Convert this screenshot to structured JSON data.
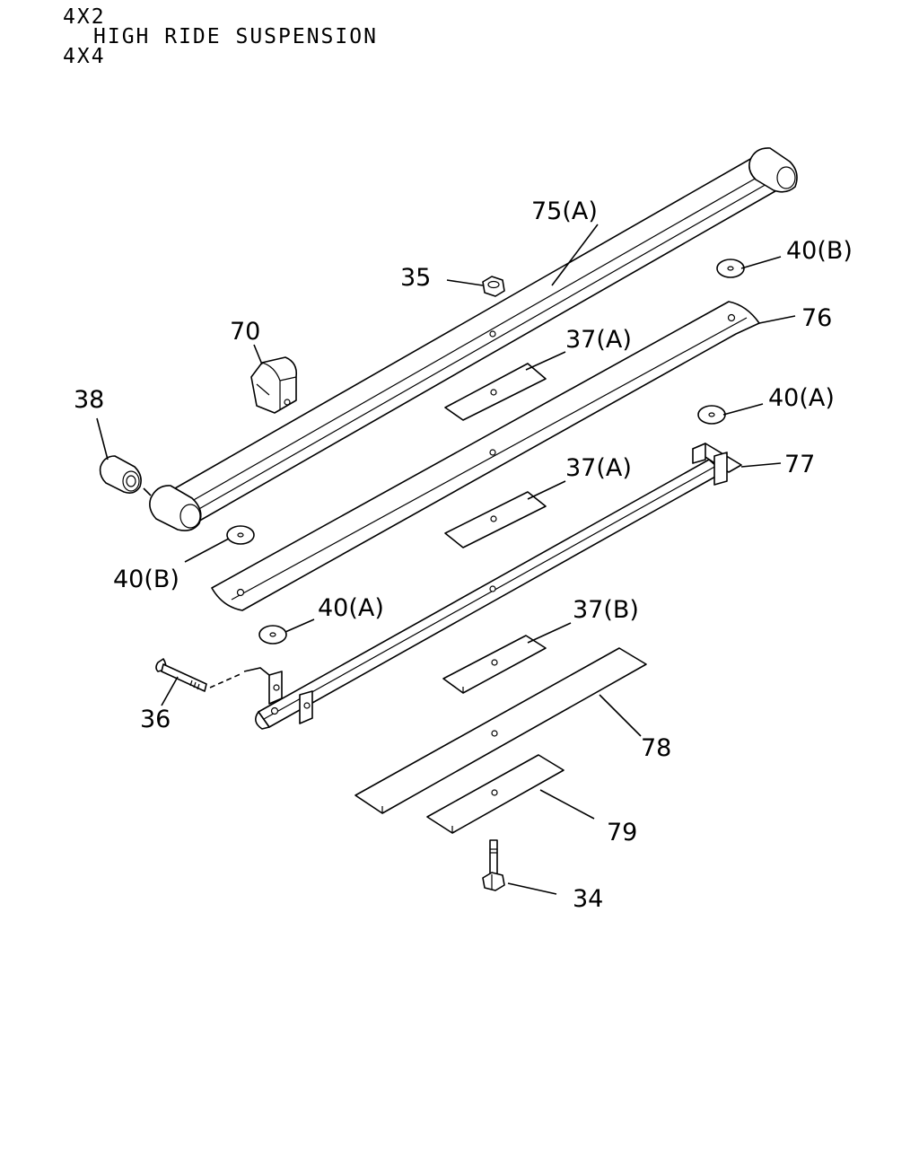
{
  "header": {
    "line1": "4X2",
    "line2": "HIGH RIDE SUSPENSION",
    "line3": "4X4"
  },
  "labels": {
    "p75a": "75(A)",
    "p35": "35",
    "p40b_top": "40(B)",
    "p76": "76",
    "p70": "70",
    "p37a_top": "37(A)",
    "p38": "38",
    "p40a_top": "40(A)",
    "p77": "77",
    "p37a_mid": "37(A)",
    "p40b_left": "40(B)",
    "p40a_left": "40(A)",
    "p37b": "37(B)",
    "p36": "36",
    "p78": "78",
    "p79": "79",
    "p34": "34"
  },
  "colors": {
    "line": "#000000",
    "background": "#ffffff"
  }
}
